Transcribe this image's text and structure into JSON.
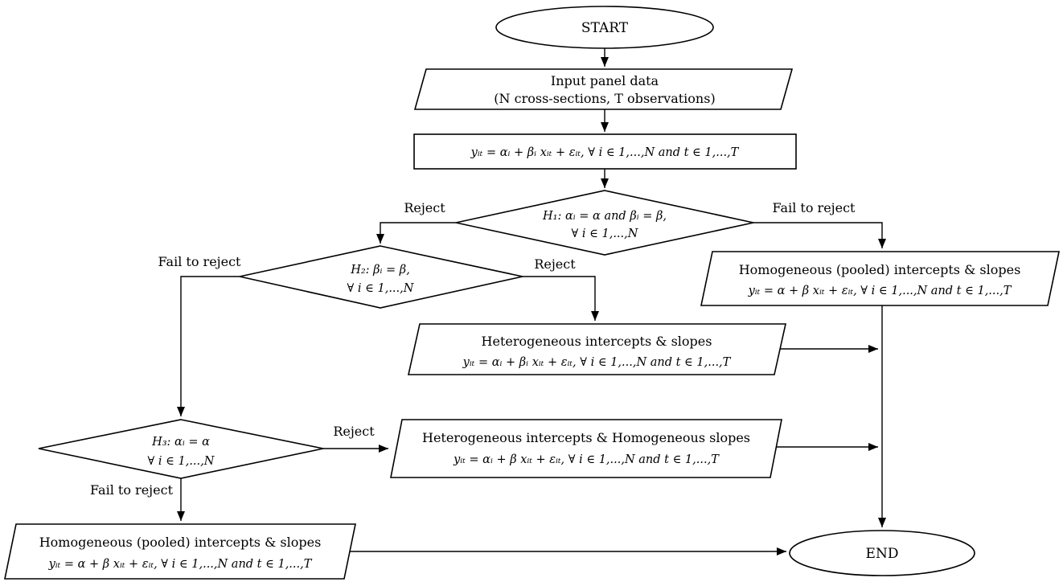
{
  "diagram": {
    "background_color": "#ffffff",
    "stroke_color": "#000000",
    "nodes": {
      "start": {
        "label": "START"
      },
      "input": {
        "line1": "Input panel data",
        "line2": "(N cross-sections, T observations)"
      },
      "model": {
        "equation": "yᵢₜ = αᵢ + βᵢ xᵢₜ + εᵢₜ, ∀ i ∈ 1,...,N and t ∈ 1,...,T"
      },
      "h1": {
        "line1": "H₁: αᵢ = α and βᵢ = β,",
        "line2": "∀ i ∈ 1,...,N"
      },
      "h2": {
        "line1": "H₂: βᵢ = β,",
        "line2": "∀ i ∈ 1,...,N"
      },
      "h3": {
        "line1": "H₃:  αᵢ = α",
        "line2": "∀ i ∈ 1,...,N"
      },
      "pooled_top_right": {
        "title": "Homogeneous (pooled) intercepts & slopes",
        "equation": "yᵢₜ = α + β xᵢₜ + εᵢₜ, ∀ i ∈ 1,...,N and t ∈ 1,...,T"
      },
      "heterogeneous": {
        "title": "Heterogeneous intercepts & slopes",
        "equation": "yᵢₜ = αᵢ + βᵢ xᵢₜ + εᵢₜ, ∀ i ∈ 1,...,N and t ∈ 1,...,T"
      },
      "hetero_intercepts_homo_slopes": {
        "title": "Heterogeneous intercepts & Homogeneous slopes",
        "equation": "yᵢₜ = αᵢ + β xᵢₜ + εᵢₜ, ∀ i ∈ 1,...,N and t ∈ 1,...,T"
      },
      "pooled_bottom_left": {
        "title": "Homogeneous (pooled) intercepts & slopes",
        "equation": "yᵢₜ = α + β xᵢₜ + εᵢₜ, ∀ i ∈ 1,...,N and t ∈ 1,...,T"
      },
      "end": {
        "label": "END"
      }
    },
    "edges": {
      "h1": {
        "left": "Reject",
        "right": "Fail to reject"
      },
      "h2": {
        "left": "Fail to reject",
        "right": "Reject"
      },
      "h3": {
        "right": "Reject",
        "down": "Fail to reject"
      }
    }
  }
}
